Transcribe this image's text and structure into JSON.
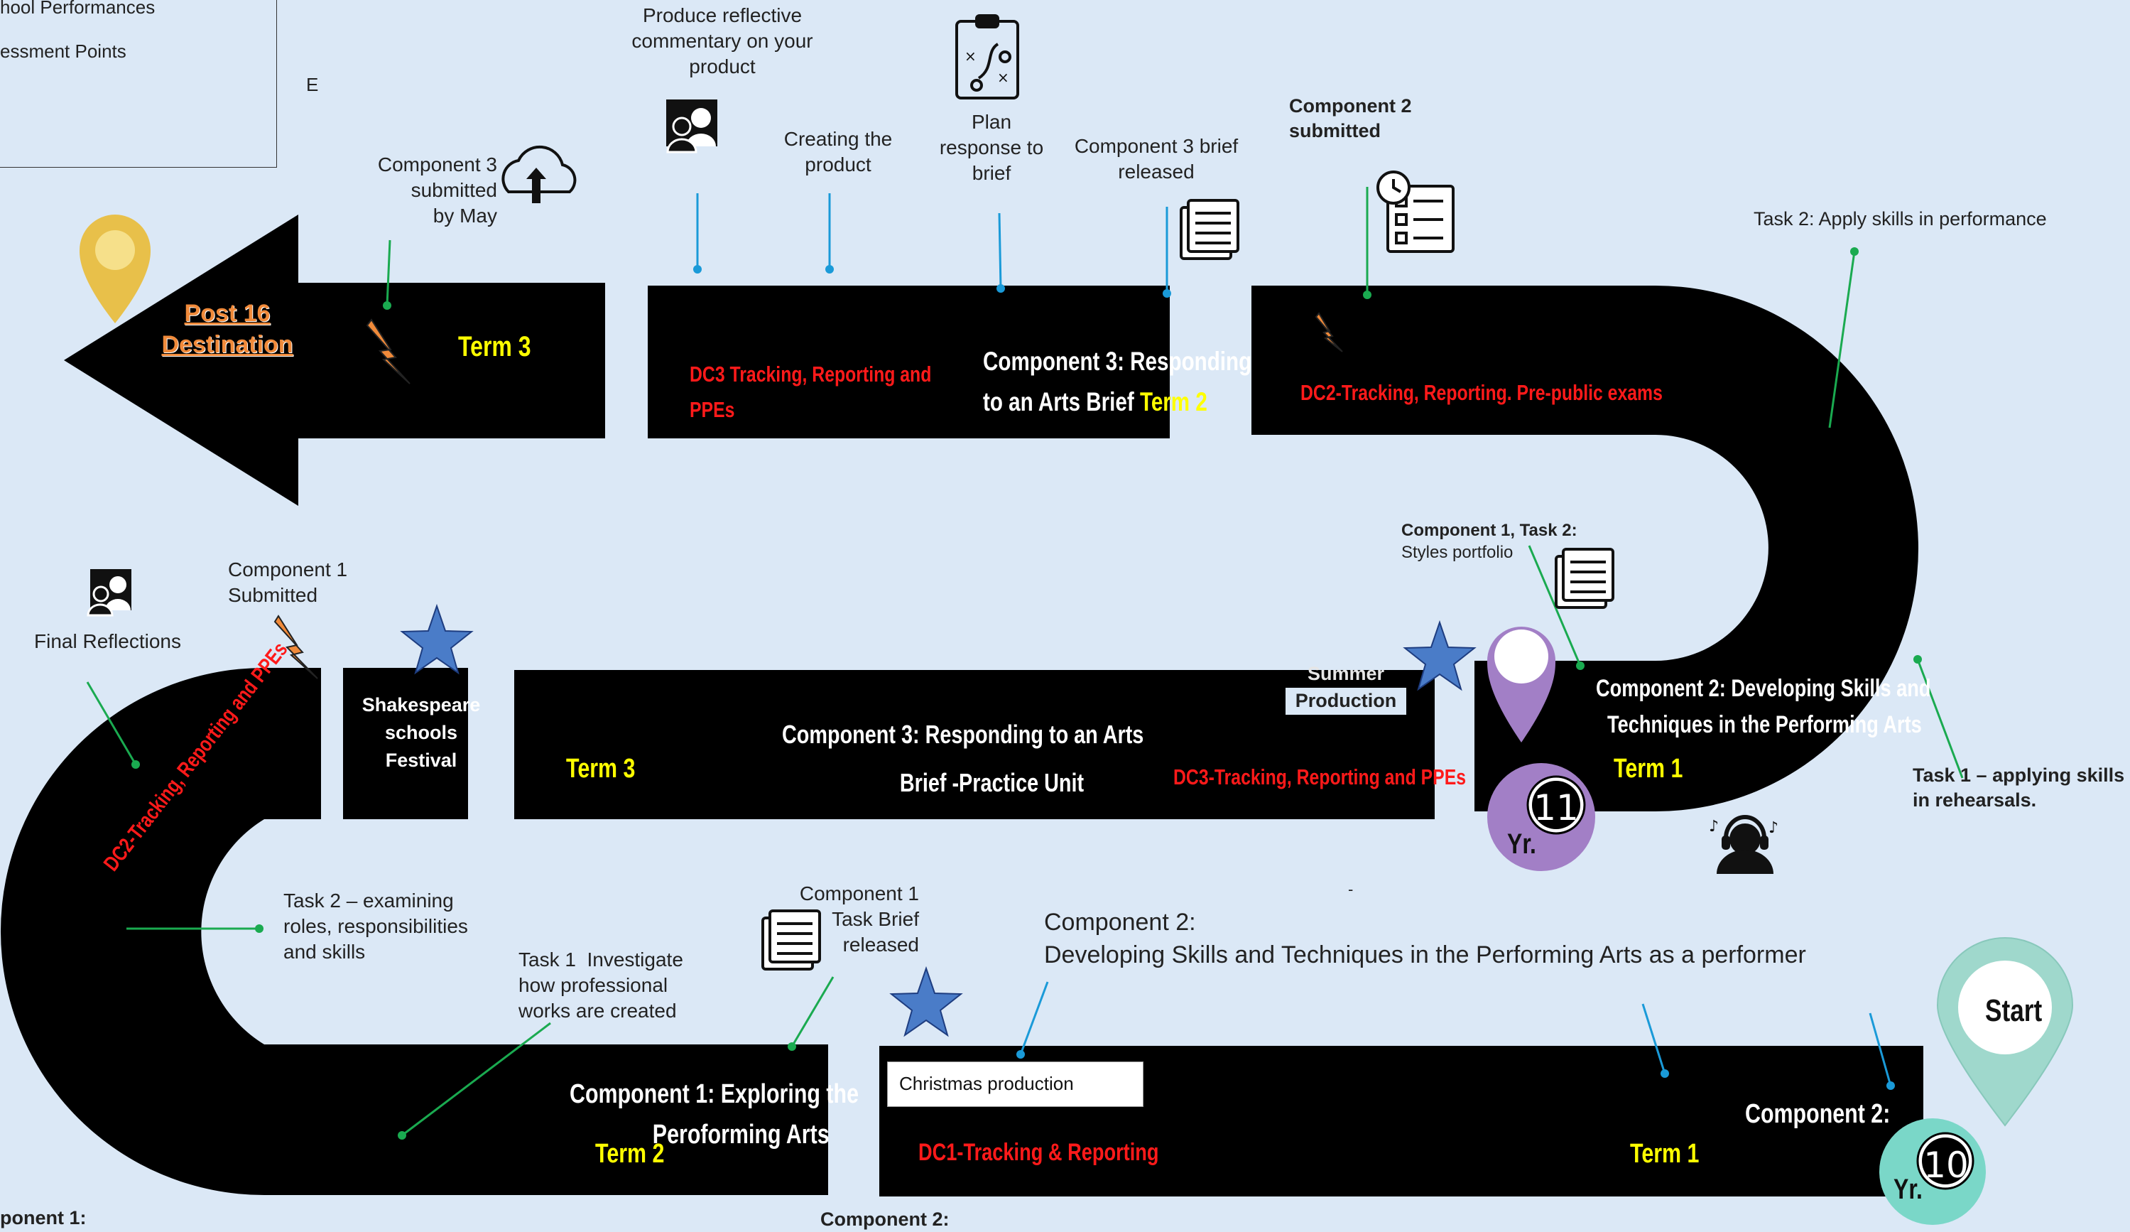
{
  "legend": {
    "performances": "hool Performances",
    "assessment": "essment Points",
    "stray": "E"
  },
  "road": {
    "post16": [
      "Post 16",
      "Destination"
    ],
    "term3_top": "Term 3",
    "dc3_top": [
      "DC3 Tracking, Reporting and",
      "PPEs"
    ],
    "c3_top": [
      "Component 3: Responding",
      "to an Arts   Brief"
    ],
    "term2_top": "Term 2",
    "dc2_top": "DC2-Tracking, Reporting. Pre-public exams",
    "c2_mid": [
      "Component 2: Developing Skills and",
      "Techniques in the Performing Arts"
    ],
    "term1_mid": "Term 1",
    "summer": [
      "Summer",
      "Production"
    ],
    "c3_mid": [
      "Component 3: Responding to an Arts",
      "Brief -Practice Unit"
    ],
    "term3_mid": "Term 3",
    "dc3_mid": "DC3-Tracking, Reporting and PPEs",
    "shakespeare": [
      "Shakespeare",
      "schools",
      "Festival"
    ],
    "dc2_curve": "DC2-Tracking, Reporting and PPEs",
    "c1_bottom": [
      "Component 1: Exploring the",
      "Peroforming Arts"
    ],
    "term2_bottom": "Term 2",
    "christmas": "Christmas production",
    "dc1": "DC1-Tracking & Reporting",
    "term1_bottom": "Term 1",
    "c2_bottom": "Component 2:"
  },
  "annotations": {
    "reflective": [
      "Produce reflective",
      "commentary on your",
      "product"
    ],
    "creating": [
      "Creating the",
      "product"
    ],
    "plan": [
      "Plan",
      "response to",
      "brief"
    ],
    "c3_brief": [
      "Component 3 brief",
      "released"
    ],
    "c2_submitted": [
      "Component 2",
      "submitted"
    ],
    "c3_submitted": [
      "Component 3",
      "submitted",
      "by May"
    ],
    "task2_apply": "Task 2: Apply skills in performance",
    "c1_task2": [
      "Component 1, Task 2:",
      "Styles portfolio"
    ],
    "task1_rehearsal": [
      "Task 1 – applying skills",
      "in rehearsals."
    ],
    "c1_submitted": [
      "Component 1",
      "Submitted"
    ],
    "final_reflections": "Final Reflections",
    "task2_examining": [
      "Task 2 – examining",
      "roles, responsibilities",
      "and skills"
    ],
    "task1_investigate": [
      "Task 1  Investigate",
      "how professional",
      "works are created"
    ],
    "c1_task_brief": [
      "Component 1",
      "Task Brief",
      "released"
    ],
    "c2_heading": [
      "Component 2:",
      "Developing Skills and Techniques in the Performing Arts as a performer"
    ],
    "dash": "-",
    "bottom_left": "ponent 1:",
    "bottom_mid": "Component 2:"
  },
  "markers": {
    "start": "Start",
    "yr10": "10",
    "yr11": "11",
    "yr": "Yr."
  },
  "colors": {
    "road": "#000000",
    "background": "#dbe8f6",
    "term": "#ffff00",
    "dc": "#ff1a1a",
    "connector_green": "#1aaa50",
    "connector_blue": "#1a9ad8",
    "star": "#4a7cc8",
    "bolt": "#f08a3a",
    "start_pin": "#9fd8cc",
    "yr11_pin": "#a27fc6",
    "post16_pin": "#e8c04a"
  }
}
